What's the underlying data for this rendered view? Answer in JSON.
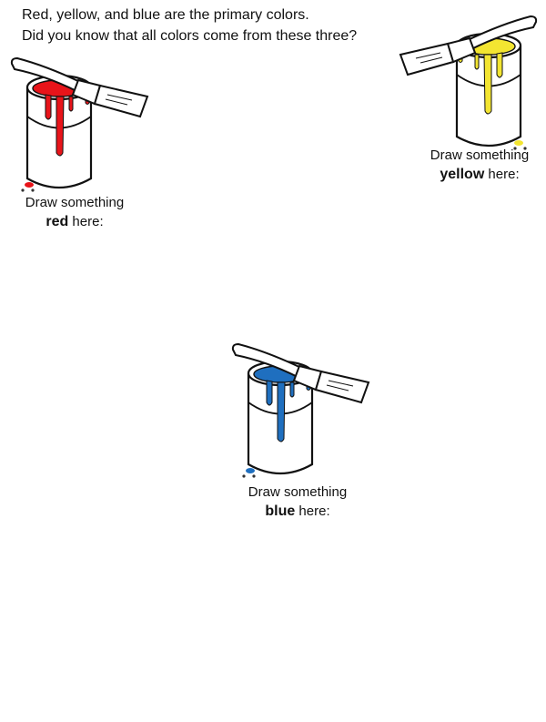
{
  "intro": {
    "line1": "Red, yellow, and blue are the primary colors.",
    "line2": "Did you know that all colors come from these three?"
  },
  "cans": [
    {
      "color_name": "red",
      "paint_color": "#e8141a",
      "prompt": "Draw something",
      "word": "red",
      "suffix": " here:"
    },
    {
      "color_name": "yellow",
      "paint_color": "#f3e531",
      "prompt": "Draw something",
      "word": "yellow",
      "suffix": " here:"
    },
    {
      "color_name": "blue",
      "paint_color": "#1f6fbf",
      "prompt": "Draw something",
      "word": "blue",
      "suffix": " here:"
    }
  ]
}
